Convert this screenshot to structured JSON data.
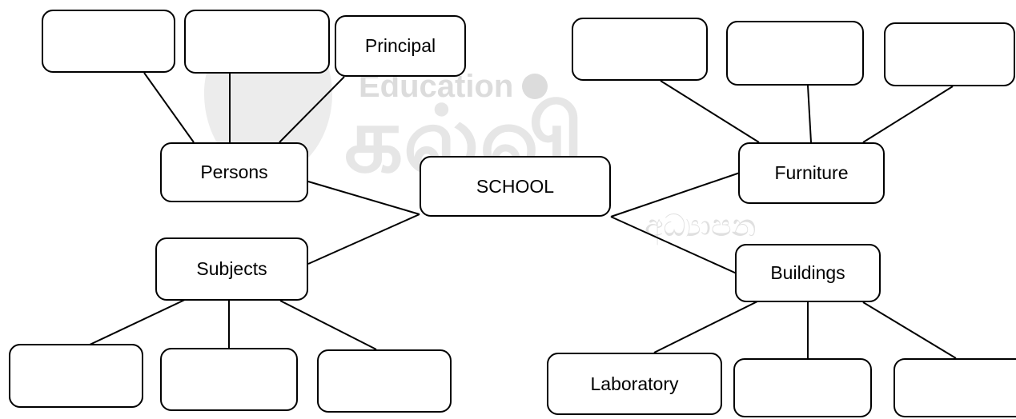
{
  "center": {
    "label": "SCHOOL"
  },
  "categories": {
    "persons": "Persons",
    "subjects": "Subjects",
    "furniture": "Furniture",
    "buildings": "Buildings"
  },
  "leaves": {
    "principal": "Principal",
    "laboratory": "Laboratory"
  },
  "watermark": {
    "text": "Education",
    "logo_text": "கல்வி",
    "sub_text": "අධ්‍යාපන"
  },
  "colors": {
    "line": "#000000",
    "box_border": "#000000",
    "watermark": "#d9d9d9"
  }
}
